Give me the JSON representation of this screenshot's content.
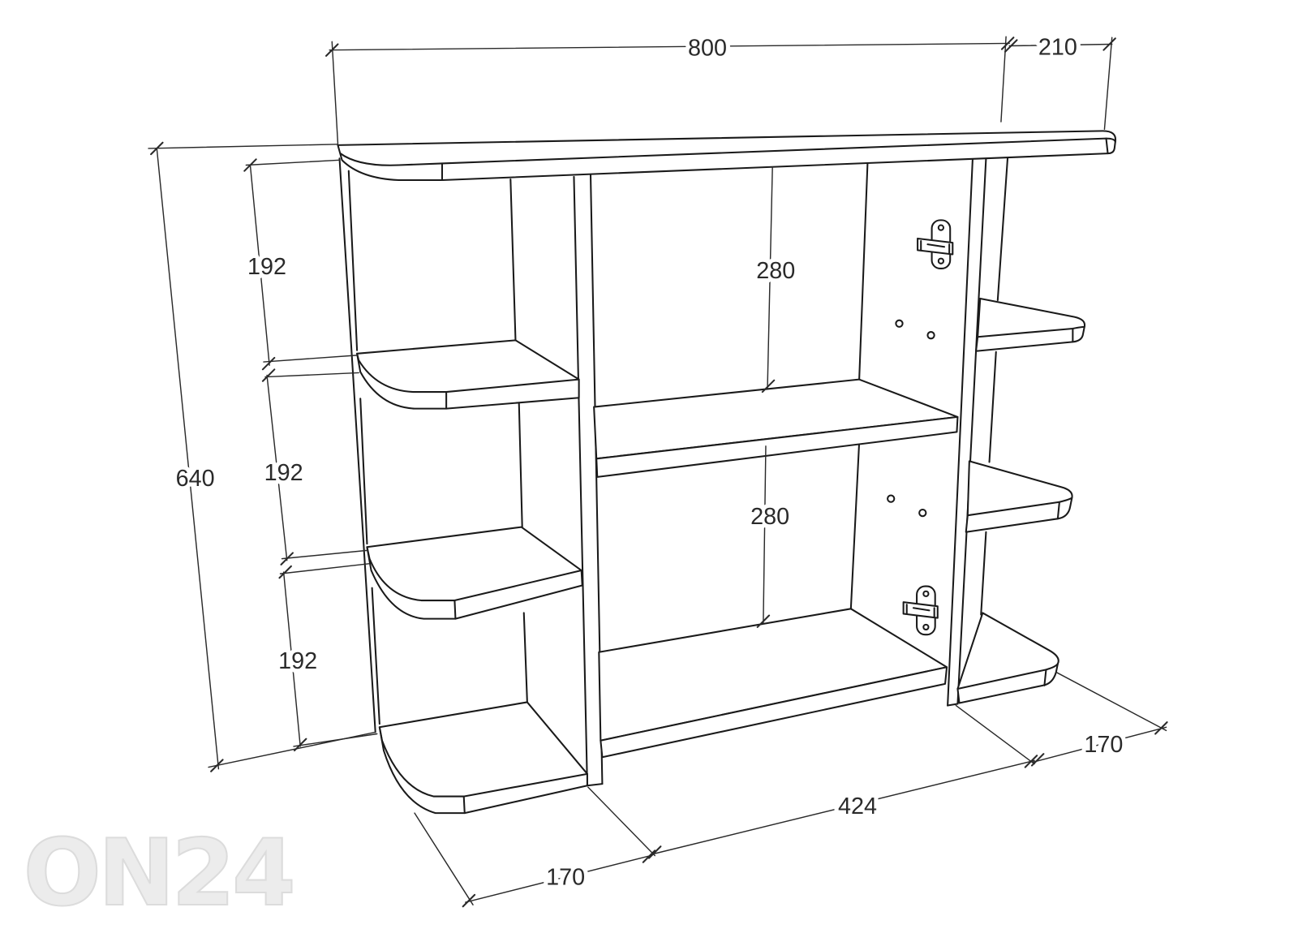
{
  "dimensions": {
    "top_width": "800",
    "top_depth": "210",
    "total_height": "640",
    "left_gap_upper": "192",
    "left_gap_middle": "192",
    "left_gap_lower": "192",
    "center_upper_height": "280",
    "center_lower_height": "280",
    "center_width": "424",
    "left_shelf_width": "170",
    "right_shelf_width": "170"
  },
  "watermark": "ON24",
  "colors": {
    "line": "#1a1a1a",
    "background": "#ffffff",
    "watermark": "#ececec"
  }
}
